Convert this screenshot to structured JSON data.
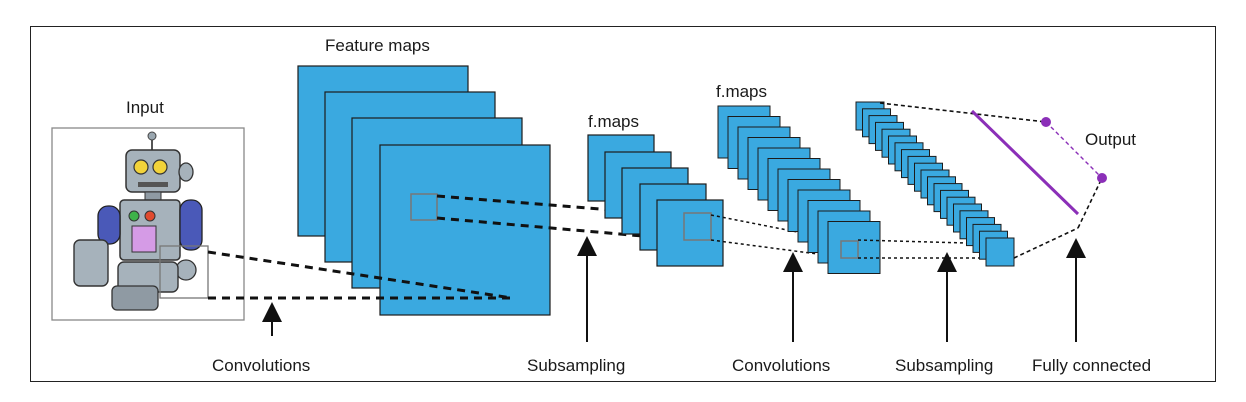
{
  "labels": {
    "input": "Input",
    "feature_maps": "Feature maps",
    "f_maps_1": "f.maps",
    "f_maps_2": "f.maps",
    "output": "Output"
  },
  "stages": [
    "Convolutions",
    "Subsampling",
    "Convolutions",
    "Subsampling",
    "Fully connected"
  ],
  "colors": {
    "map_fill": "#3aa9e0",
    "output_line": "#8b2fb8",
    "stroke": "#1c1c1c"
  }
}
